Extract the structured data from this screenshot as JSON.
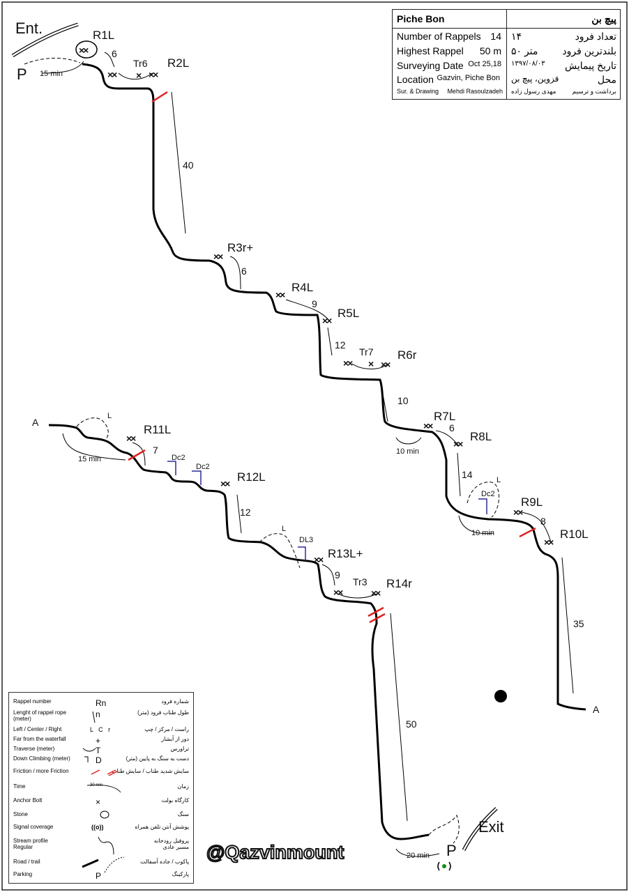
{
  "info": {
    "title_en": "Piche Bon",
    "title_fa": "پیچ بن",
    "rows": [
      {
        "en": "Number of Rappels",
        "val": "14",
        "fa_val": "۱۴",
        "fa": "تعداد فرود"
      },
      {
        "en": "Highest Rappel",
        "val": "50 m",
        "fa_val": "۵۰ متر",
        "fa": "بلندترین فرود"
      },
      {
        "en": "Surveying Date",
        "val": "Oct 25,18",
        "fa_val": "۱۳۹۷/۰۸/۰۳",
        "fa": "تاریخ پیمایش"
      },
      {
        "en": "Location",
        "val": "Gazvin, Piche Bon",
        "fa_val": "قزوین، پیچ بن",
        "fa": "محل"
      },
      {
        "en": "Sur. & Drawing",
        "val": "Mehdi Rasoulzadeh",
        "fa_val": "مهدی رسول زاده",
        "fa": "برداشت و ترسیم"
      }
    ]
  },
  "map": {
    "entrance": "Ent.",
    "exit": "Exit",
    "parking": "P",
    "a_label": "A",
    "time_15": "15 min",
    "time_10": "10 min",
    "time_20": "20 min",
    "l": "L",
    "rappels": [
      "R1L",
      "R2L",
      "R3r+",
      "R4L",
      "R5L",
      "R6r",
      "R7L",
      "R8L",
      "R9L",
      "R10L",
      "R11L",
      "R12L",
      "R13L+",
      "R14r"
    ],
    "traverses": [
      "Tr6",
      "Tr7",
      "Tr3"
    ],
    "downclimbs": [
      "Dc2",
      "Dc2",
      "Dc2",
      "DL3"
    ],
    "lengths": [
      "6",
      "40",
      "6",
      "9",
      "12",
      "10",
      "6",
      "14",
      "8",
      "35",
      "7",
      "12",
      "9",
      "50"
    ]
  },
  "legend": [
    {
      "en": "Rappel number",
      "sym": "Rn",
      "fa": "شماره فرود"
    },
    {
      "en": "Lenght of rappel rope (meter)",
      "sym": "n",
      "fa": "طول طناب فرود (متر)"
    },
    {
      "en": "Left / Center / Right",
      "sym": "L   C   r",
      "fa": "راست / مرکز / چپ"
    },
    {
      "en": "Far from the waterfall",
      "sym": "+",
      "fa": "دور از آبشار"
    },
    {
      "en": "Traverse (meter)",
      "sym": "T",
      "fa": "تراورس"
    },
    {
      "en": "Down Climbing (meter)",
      "sym": "D",
      "fa": "دست به سنگ به پایین (متر)"
    },
    {
      "en": "Friction / more Friction",
      "sym": "",
      "fa": "سایش شدید طناب / سایش طناب"
    },
    {
      "en": "Time",
      "sym": "30 min",
      "fa": "زمان"
    },
    {
      "en": "Anchor  Bolt",
      "sym": "×",
      "fa": "کارگاه  بولت"
    },
    {
      "en": "Stone",
      "sym": "",
      "fa": "سنگ"
    },
    {
      "en": "Signal coverage",
      "sym": "((o))",
      "fa": "پوشش آنتن تلفن همراه"
    },
    {
      "en": "Stream profile Regular",
      "sym": "",
      "fa": "پروفیل رودخانه مسیر عادی"
    },
    {
      "en": "Road / trail",
      "sym": "",
      "fa": "پاکوب / جاده آسفالت"
    },
    {
      "en": "Parking",
      "sym": "P",
      "fa": "پارکینگ"
    }
  ],
  "watermark": "@Qazvinmount",
  "colors": {
    "friction": "#e02020",
    "downclimb": "#2a2a9a",
    "signal": "#1a8a1a"
  }
}
